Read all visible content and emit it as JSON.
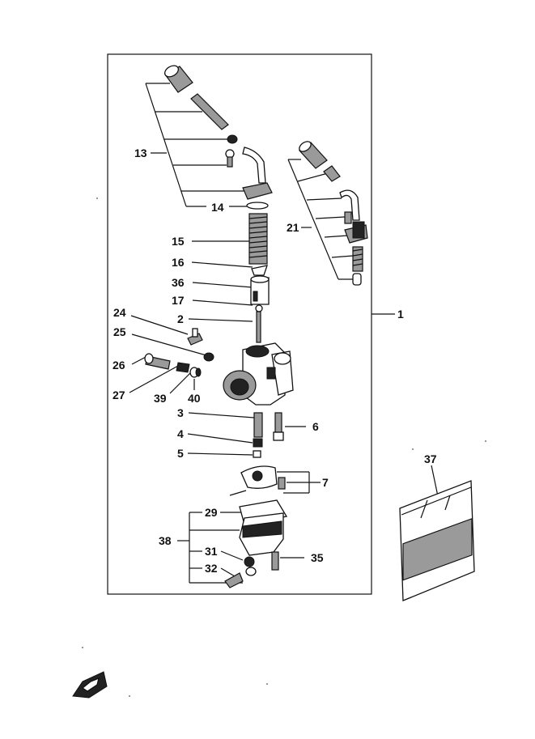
{
  "diagram": {
    "callouts": {
      "c1": "1",
      "c2": "2",
      "c3": "3",
      "c4": "4",
      "c5": "5",
      "c6": "6",
      "c7": "7",
      "c13": "13",
      "c14": "14",
      "c15": "15",
      "c16": "16",
      "c17": "17",
      "c21": "21",
      "c24": "24",
      "c25": "25",
      "c26": "26",
      "c27": "27",
      "c29": "29",
      "c31": "31",
      "c32": "32",
      "c35": "35",
      "c36": "36",
      "c37": "37",
      "c38": "38",
      "c39": "39",
      "c40": "40"
    }
  },
  "colors": {
    "line": "#111111",
    "part_shade": "#9a9a9a",
    "background": "#ffffff"
  },
  "icons": [
    "front-arrow-icon"
  ]
}
